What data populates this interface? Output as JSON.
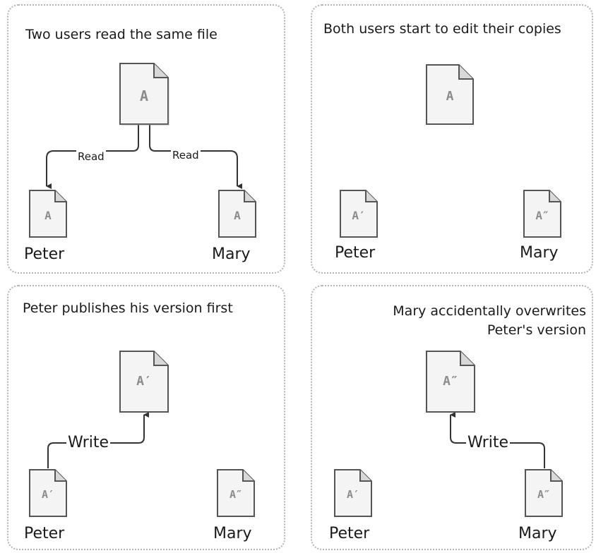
{
  "panels": [
    {
      "title": "Two users read the same file",
      "server_doc": "A",
      "peter_doc": "A",
      "mary_doc": "A",
      "arrow_left_label": "Read",
      "arrow_right_label": "Read",
      "left_name": "Peter",
      "right_name": "Mary"
    },
    {
      "title": "Both users start to edit their copies",
      "server_doc": "A",
      "peter_doc": "A′",
      "mary_doc": "A″",
      "left_name": "Peter",
      "right_name": "Mary"
    },
    {
      "title": "Peter publishes his version first",
      "server_doc": "A′",
      "peter_doc": "A′",
      "mary_doc": "A″",
      "arrow_label": "Write",
      "left_name": "Peter",
      "right_name": "Mary"
    },
    {
      "title_line1": "Mary accidentally overwrites",
      "title_line2": "Peter's version",
      "server_doc": "A″",
      "peter_doc": "A′",
      "mary_doc": "A″",
      "arrow_label": "Write",
      "left_name": "Peter",
      "right_name": "Mary"
    }
  ],
  "colors": {
    "panel_border": "#b4b4b4",
    "doc_fill": "#f4f4f4",
    "doc_outline": "#555555",
    "doc_letter": "#8c8c8c",
    "arrow": "#333333"
  },
  "icons": {
    "document": "document-page-icon",
    "arrow": "arrow-icon"
  }
}
